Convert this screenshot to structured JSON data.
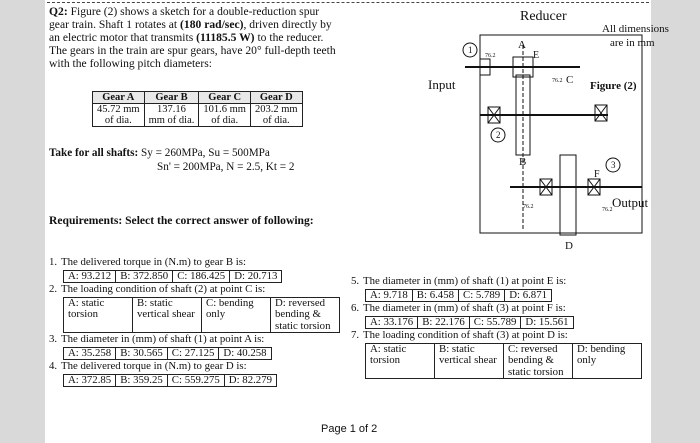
{
  "intro": {
    "label": "Q2:",
    "line1": "Figure (2) shows a sketch for a double-reduction spur",
    "line2": "gear train. Shaft 1 rotates at",
    "speed": "(180 rad/sec)",
    "line2b": ", driven directly by",
    "line3": "an electric motor that transmits",
    "power": "(11185.5 W)",
    "line3b": "to the reducer.",
    "line4": "The gears in the train are spur gears, have 20° full-depth teeth",
    "line5": "with the following pitch diameters:"
  },
  "gears_table": {
    "headers": [
      "Gear A",
      "Gear B",
      "Gear C",
      "Gear D"
    ],
    "values": [
      "45.72 mm",
      "137.16",
      "101.6 mm",
      "203.2 mm"
    ],
    "notes": [
      "of dia.",
      "mm of dia.",
      "of dia.",
      "of dia."
    ]
  },
  "shafts": {
    "lead": "Take for all shafts:",
    "line1": "Sy = 260MPa, Su = 500MPa",
    "line2": "Sn' = 200MPa, N = 2.5, Kt = 2"
  },
  "requirements": "Requirements: Select the correct answer of following:",
  "questions_left": [
    {
      "num": "1.",
      "text": "The delivered torque in (N.m) to gear B is:",
      "answers": [
        "A: 93.212",
        "B: 372.850",
        "C: 186.425",
        "D: 20.713"
      ]
    },
    {
      "num": "2.",
      "text": "The loading condition of shaft (2) at point C is:",
      "answers": [
        "A: static torsion",
        "B: static vertical shear",
        "C: bending only",
        "D: reversed bending & static torsion"
      ]
    },
    {
      "num": "3.",
      "text": "The diameter in (mm) of shaft (1) at point A is:",
      "answers": [
        "A: 35.258",
        "B: 30.565",
        "C: 27.125",
        "D: 40.258"
      ]
    },
    {
      "num": "4.",
      "text": "The delivered torque in (N.m) to gear D is:",
      "answers": [
        "A: 372.85",
        "B: 359.25",
        "C: 559.275",
        "D: 82.279"
      ]
    }
  ],
  "questions_right": [
    {
      "num": "5.",
      "text": "The diameter in (mm) of shaft (1) at point E is:",
      "answers": [
        "A: 9.718",
        "B: 6.458",
        "C: 5.789",
        "D: 6.871"
      ]
    },
    {
      "num": "6.",
      "text": "The diameter in (mm) of shaft (3) at point F is:",
      "answers": [
        "A: 33.176",
        "B: 22.176",
        "C: 55.789",
        "D: 15.561"
      ]
    },
    {
      "num": "7.",
      "text": "The loading condition of shaft (3) at point D is:",
      "answers": [
        "A: static torsion",
        "B: static vertical shear",
        "C: reversed bending & static torsion",
        "D: bending only"
      ]
    }
  ],
  "figure": {
    "title": "Reducer",
    "note1": "All dimensions",
    "note2": "are in mm",
    "caption": "Figure (2)",
    "input": "Input",
    "output": "Output",
    "labels": {
      "A": "A",
      "B": "B",
      "C": "C",
      "D": "D",
      "E": "E",
      "F": "F"
    },
    "shaft_nums": [
      "1",
      "2",
      "3"
    ],
    "dims": [
      "76.2",
      "76.2",
      "76.2",
      "76.2"
    ]
  },
  "page_number": "Page 1 of 2"
}
